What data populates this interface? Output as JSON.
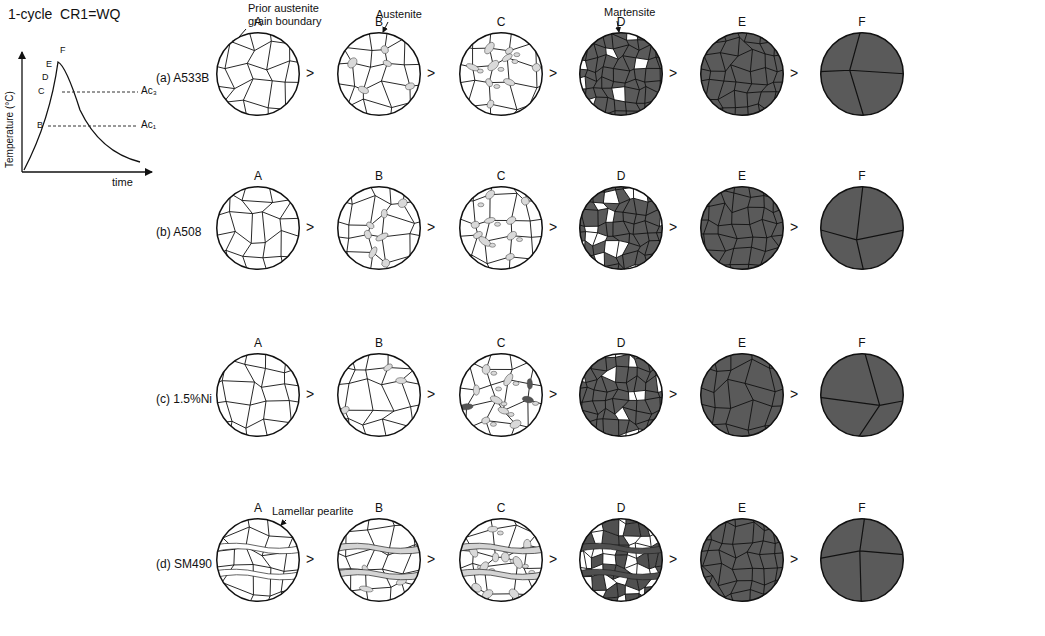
{
  "diagram": {
    "nodes": [
      {
        "text": [
          "A"
        ]
      },
      {
        "text": [
          "B"
        ]
      },
      {
        "text": [
          "C"
        ]
      },
      {
        "text": [
          "D"
        ]
      },
      {
        "text": [
          "E"
        ]
      },
      {
        "text": [
          "F"
        ]
      },
      {
        "text": [
          "A"
        ]
      },
      {
        "text": [
          "B"
        ]
      },
      {
        "text": [
          "C"
        ]
      },
      {
        "text": [
          "D"
        ]
      },
      {
        "text": [
          "E"
        ]
      },
      {
        "text": [
          "F"
        ]
      },
      {
        "text": [
          "A"
        ]
      },
      {
        "text": [
          "B"
        ]
      },
      {
        "text": [
          "C"
        ]
      },
      {
        "text": [
          "D"
        ]
      },
      {
        "text": [
          "E"
        ]
      },
      {
        "text": [
          "F"
        ]
      },
      {
        "text": [
          "A"
        ]
      },
      {
        "text": [
          "B"
        ]
      },
      {
        "text": [
          "C"
        ]
      },
      {
        "text": [
          "D"
        ]
      },
      {
        "text": [
          "E"
        ]
      },
      {
        "text": [
          "F"
        ]
      }
    ],
    "labels": [
      "1-cycle  CR1=WQ",
      "Temperature (°C)",
      "time",
      "F",
      "E",
      "D",
      "C",
      "B",
      "Ac₃",
      "Ac₁",
      "(a) A533B",
      "(b) A508",
      "(c) 1.5%Ni",
      "(d) SM490",
      "Prior austenite grain boundary",
      "Austenite",
      "Martensite",
      "Lamellar pearlite",
      ">",
      ">",
      ">",
      ">",
      ">",
      ">",
      ">",
      ">",
      ">",
      ">",
      ">",
      ">",
      ">",
      ">",
      ">",
      ">",
      ">",
      ">",
      ">",
      ">"
    ]
  }
}
